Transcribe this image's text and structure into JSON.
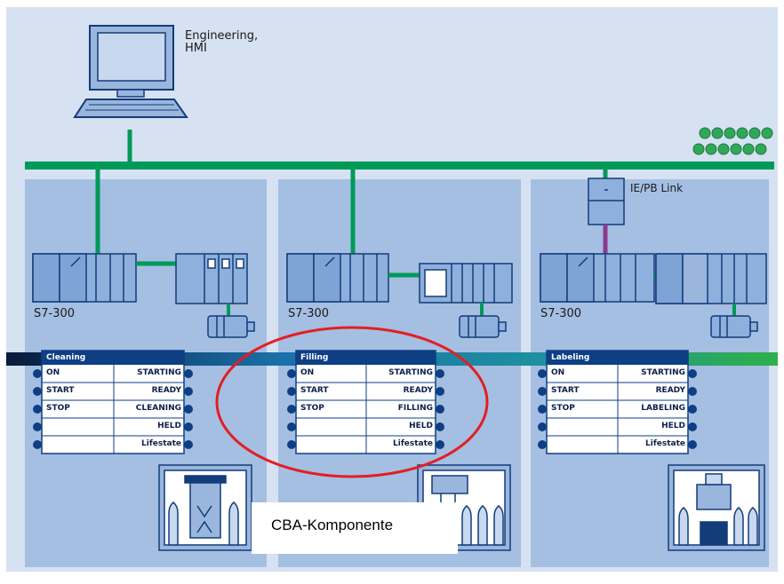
{
  "title_engineering_line1": "Engineering,",
  "title_engineering_line2": "HMI",
  "link_label": "IE/PB Link",
  "overlay_label": "CBA-Komponente",
  "colors": {
    "background": "#d6e1f1",
    "panel": "#a4bfe2",
    "bus": "#009a58",
    "table_header": "#0e3f84",
    "table_bg": "#ffffff",
    "dot": "#0e3f84",
    "ring": "#e31e24",
    "profibus": "#8a3b8f"
  },
  "stations": [
    {
      "plc_label": "S7-300",
      "name": "Cleaning",
      "left": [
        "ON",
        "START",
        "STOP",
        "",
        ""
      ],
      "right": [
        "STARTING",
        "READY",
        "CLEANING",
        "HELD",
        "Lifestate"
      ]
    },
    {
      "plc_label": "S7-300",
      "name": "Filling",
      "left": [
        "ON",
        "START",
        "STOP",
        "",
        ""
      ],
      "right": [
        "STARTING",
        "READY",
        "FILLING",
        "HELD",
        "Lifestate"
      ]
    },
    {
      "plc_label": "S7-300",
      "name": "Labeling",
      "left": [
        "ON",
        "START",
        "STOP",
        "",
        ""
      ],
      "right": [
        "STARTING",
        "READY",
        "LABELING",
        "HELD",
        "Lifestate"
      ]
    }
  ]
}
